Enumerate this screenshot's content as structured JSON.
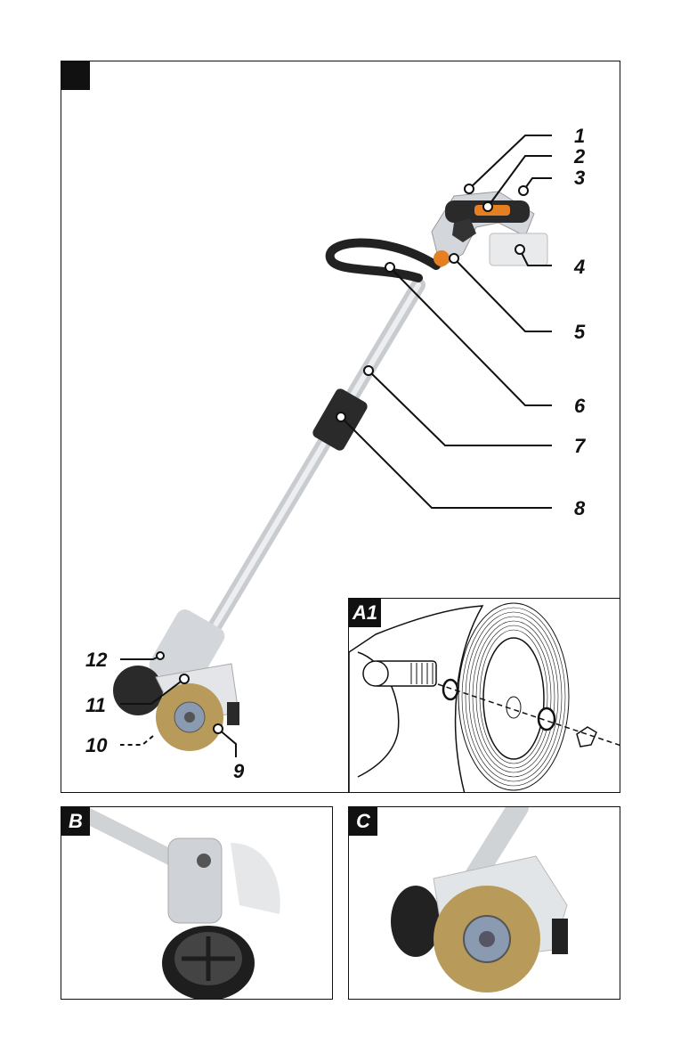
{
  "panels": {
    "main": {
      "tag": ""
    },
    "detail": {
      "tag": "A1"
    },
    "b": {
      "tag": "B"
    },
    "c": {
      "tag": "C"
    }
  },
  "callouts": [
    "1",
    "2",
    "3",
    "4",
    "5",
    "6",
    "7",
    "8",
    "9",
    "10",
    "11",
    "12"
  ],
  "colors": {
    "ink": "#111111",
    "accent": "#e67e22",
    "brush": "#b89a5a",
    "tube": "#d8dadc",
    "housing": "#cfd3d8"
  }
}
